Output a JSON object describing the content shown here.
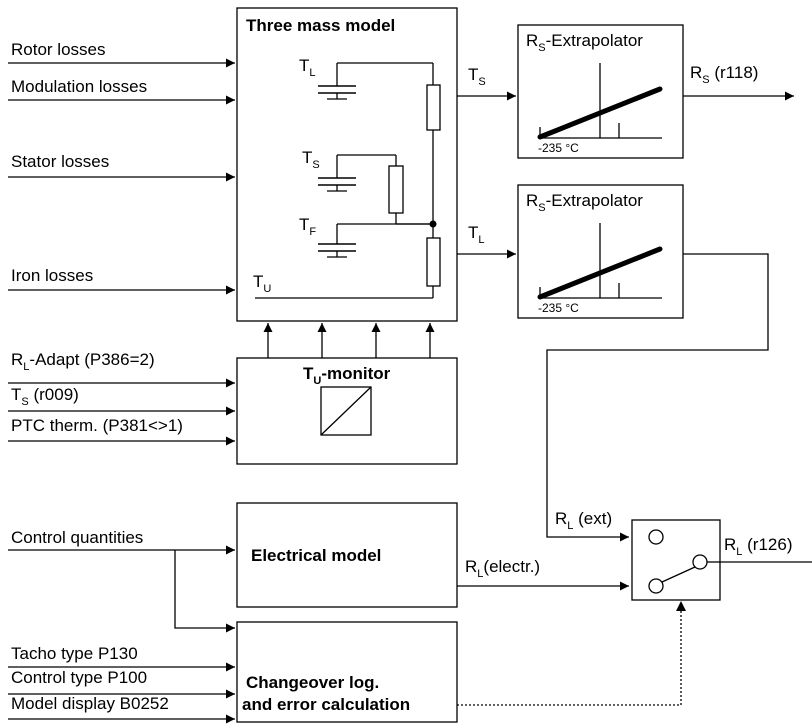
{
  "inputs_thermal": {
    "rotor_losses": "Rotor losses",
    "modulation_losses": "Modulation losses",
    "stator_losses": "Stator losses",
    "iron_losses": "Iron losses"
  },
  "three_mass": {
    "title": "Three mass model",
    "tl_main": "T",
    "tl_sub": "L",
    "ts_main": "T",
    "ts_sub": "S",
    "tf_main": "T",
    "tf_sub": "F",
    "tu_main": "T",
    "tu_sub": "U"
  },
  "extrap_top": {
    "title_main": "R",
    "title_sub": "S",
    "title_rest": "-Extrapolator",
    "axis_label": "-235 °C",
    "in_main": "T",
    "in_sub": "S",
    "out_main": "R",
    "out_sub": "S",
    "out_rest": " (r118)"
  },
  "extrap_bottom": {
    "title_main": "R",
    "title_sub": "S",
    "title_rest": "-Extrapolator",
    "axis_label": "-235 °C",
    "in_main": "T",
    "in_sub": "L"
  },
  "monitor": {
    "title_main": "T",
    "title_sub": "U",
    "title_rest": "-monitor",
    "in1_main": "R",
    "in1_sub": "L",
    "in1_rest": "-Adapt (P386=2)",
    "in2_main": "T",
    "in2_sub": "S",
    "in2_rest": " (r009)",
    "in3": "PTC therm. (P381<>1)"
  },
  "electrical": {
    "input": "Control quantities",
    "title": "Electrical model",
    "out_main": "R",
    "out_sub": "L",
    "out_rest": "(electr.)"
  },
  "switch": {
    "ext_main": "R",
    "ext_sub": "L",
    "ext_rest": " (ext)",
    "out_main": "R",
    "out_sub": "L",
    "out_rest": " (r126)"
  },
  "changeover": {
    "title_line1": "Changeover log.",
    "title_line2": "and error calculation",
    "in1": "Tacho type P130",
    "in2": "Control type P100",
    "in3": "Model display B0252"
  }
}
